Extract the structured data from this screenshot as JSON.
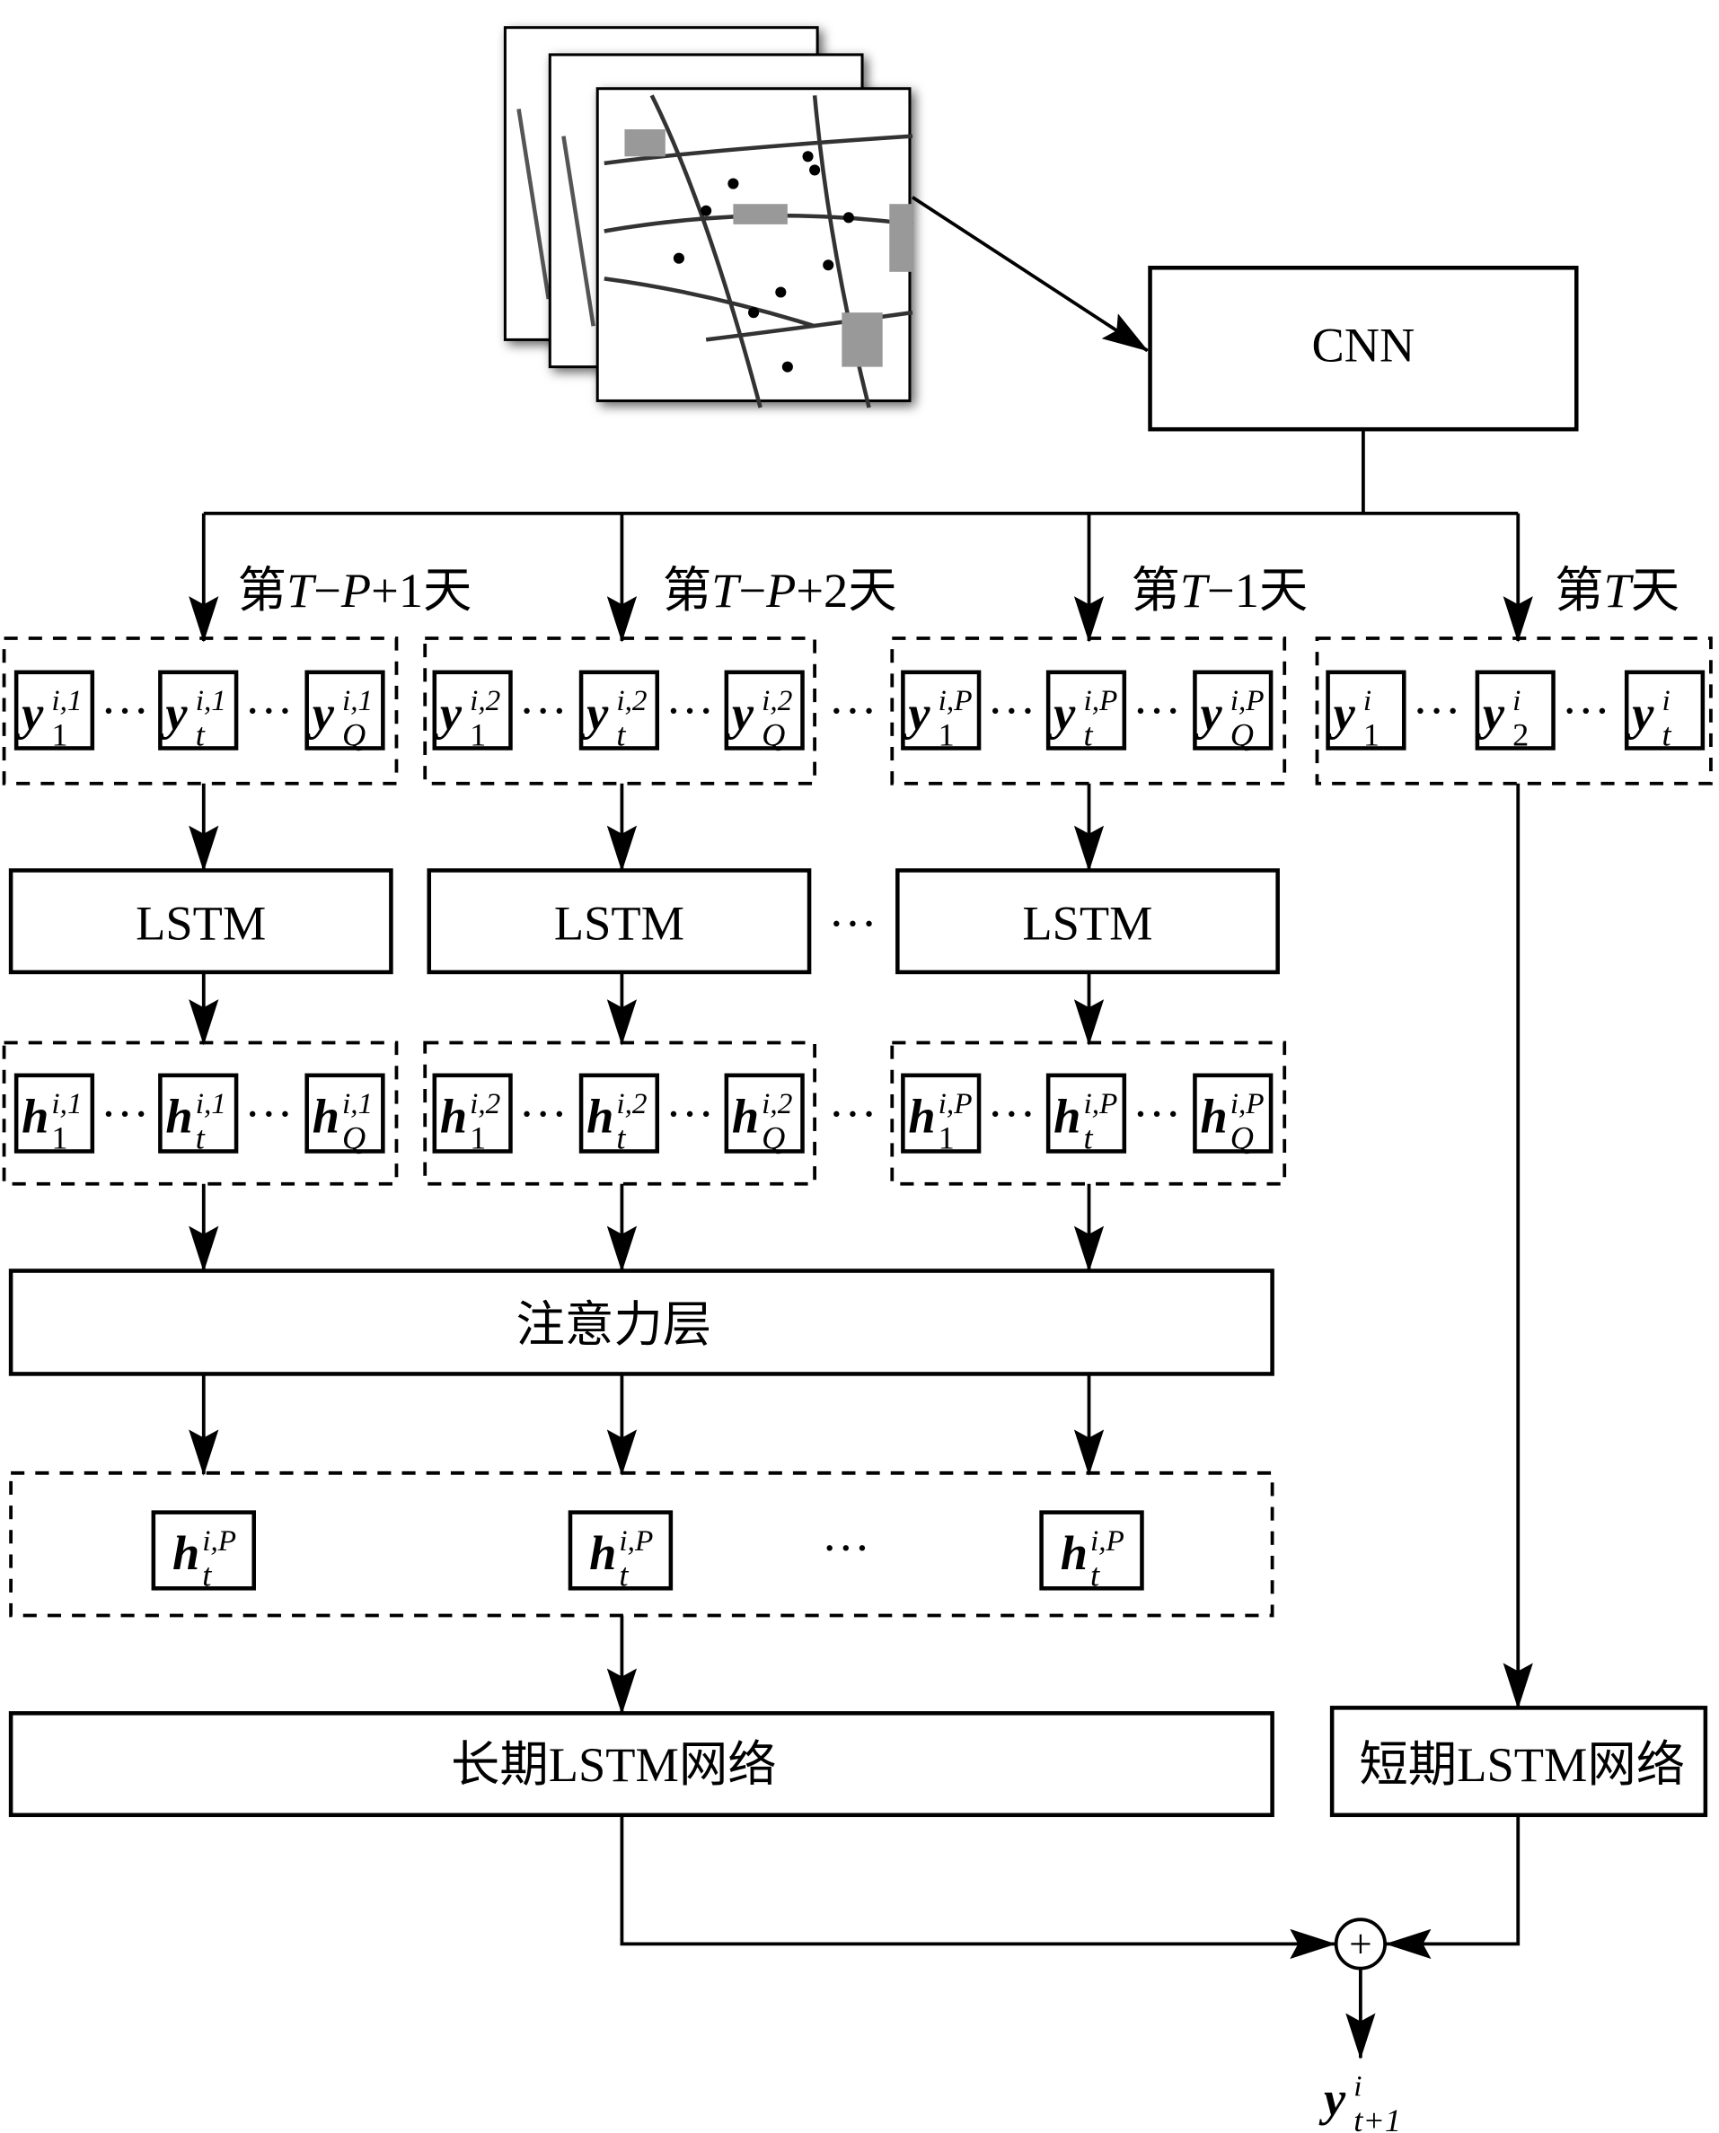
{
  "cnn": "CNN",
  "days": [
    [
      {
        "t": "第"
      },
      {
        "t": "T",
        "i": true
      },
      {
        "t": "−"
      },
      {
        "t": "P",
        "i": true
      },
      {
        "t": "+1天"
      }
    ],
    [
      {
        "t": "第"
      },
      {
        "t": "T",
        "i": true
      },
      {
        "t": "−"
      },
      {
        "t": "P",
        "i": true
      },
      {
        "t": "+2天"
      }
    ],
    [
      {
        "t": "第"
      },
      {
        "t": "T",
        "i": true
      },
      {
        "t": "−1天"
      }
    ],
    [
      {
        "t": "第"
      },
      {
        "t": "T",
        "i": true
      },
      {
        "t": "天"
      }
    ]
  ],
  "y_groups": [
    {
      "sup": "i,1",
      "subs": [
        "1",
        "t",
        "Q"
      ]
    },
    {
      "sup": "i,2",
      "subs": [
        "1",
        "t",
        "Q"
      ]
    },
    {
      "sup": "i,P",
      "subs": [
        "1",
        "t",
        "Q"
      ]
    },
    {
      "sup": "i",
      "subs": [
        "1",
        "2",
        "t"
      ]
    }
  ],
  "h_groups": [
    {
      "sup": "i,1",
      "subs": [
        "1",
        "t",
        "Q"
      ]
    },
    {
      "sup": "i,2",
      "subs": [
        "1",
        "t",
        "Q"
      ]
    },
    {
      "sup": "i,P",
      "subs": [
        "1",
        "t",
        "Q"
      ]
    }
  ],
  "y_symbol": "y",
  "h_symbol": "h",
  "ellipsis": "···",
  "lstm_label": "LSTM",
  "attention_label": "注意力层",
  "attention_outputs": [
    {
      "sup": "i,P",
      "sub": "t"
    },
    {
      "sup": "i,P",
      "sub": "t"
    },
    {
      "sup": "i,P",
      "sub": "t"
    }
  ],
  "long_term_label": "长期LSTM网络",
  "short_term_label": "短期LSTM网络",
  "sum_symbol": "+",
  "output": {
    "base": "y",
    "sup": "i",
    "sub": "t+1"
  }
}
